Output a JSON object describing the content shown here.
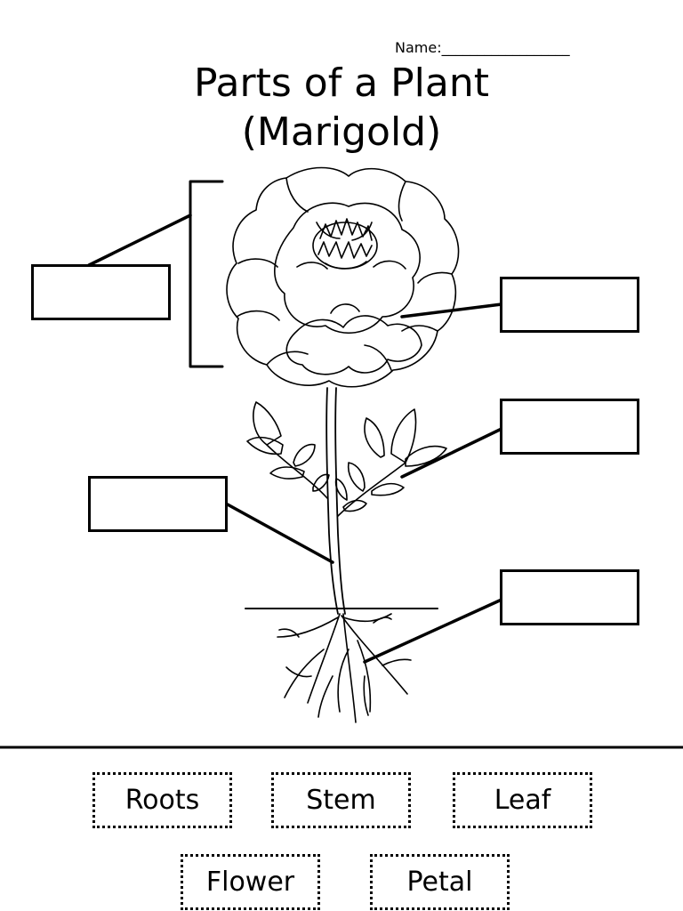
{
  "header": {
    "name_label": "Name:__________________",
    "title_line1": "Parts of a Plant",
    "title_line2": "(Marigold)"
  },
  "word_bank": {
    "words": [
      "Roots",
      "Stem",
      "Leaf",
      "Flower",
      "Petal"
    ]
  }
}
